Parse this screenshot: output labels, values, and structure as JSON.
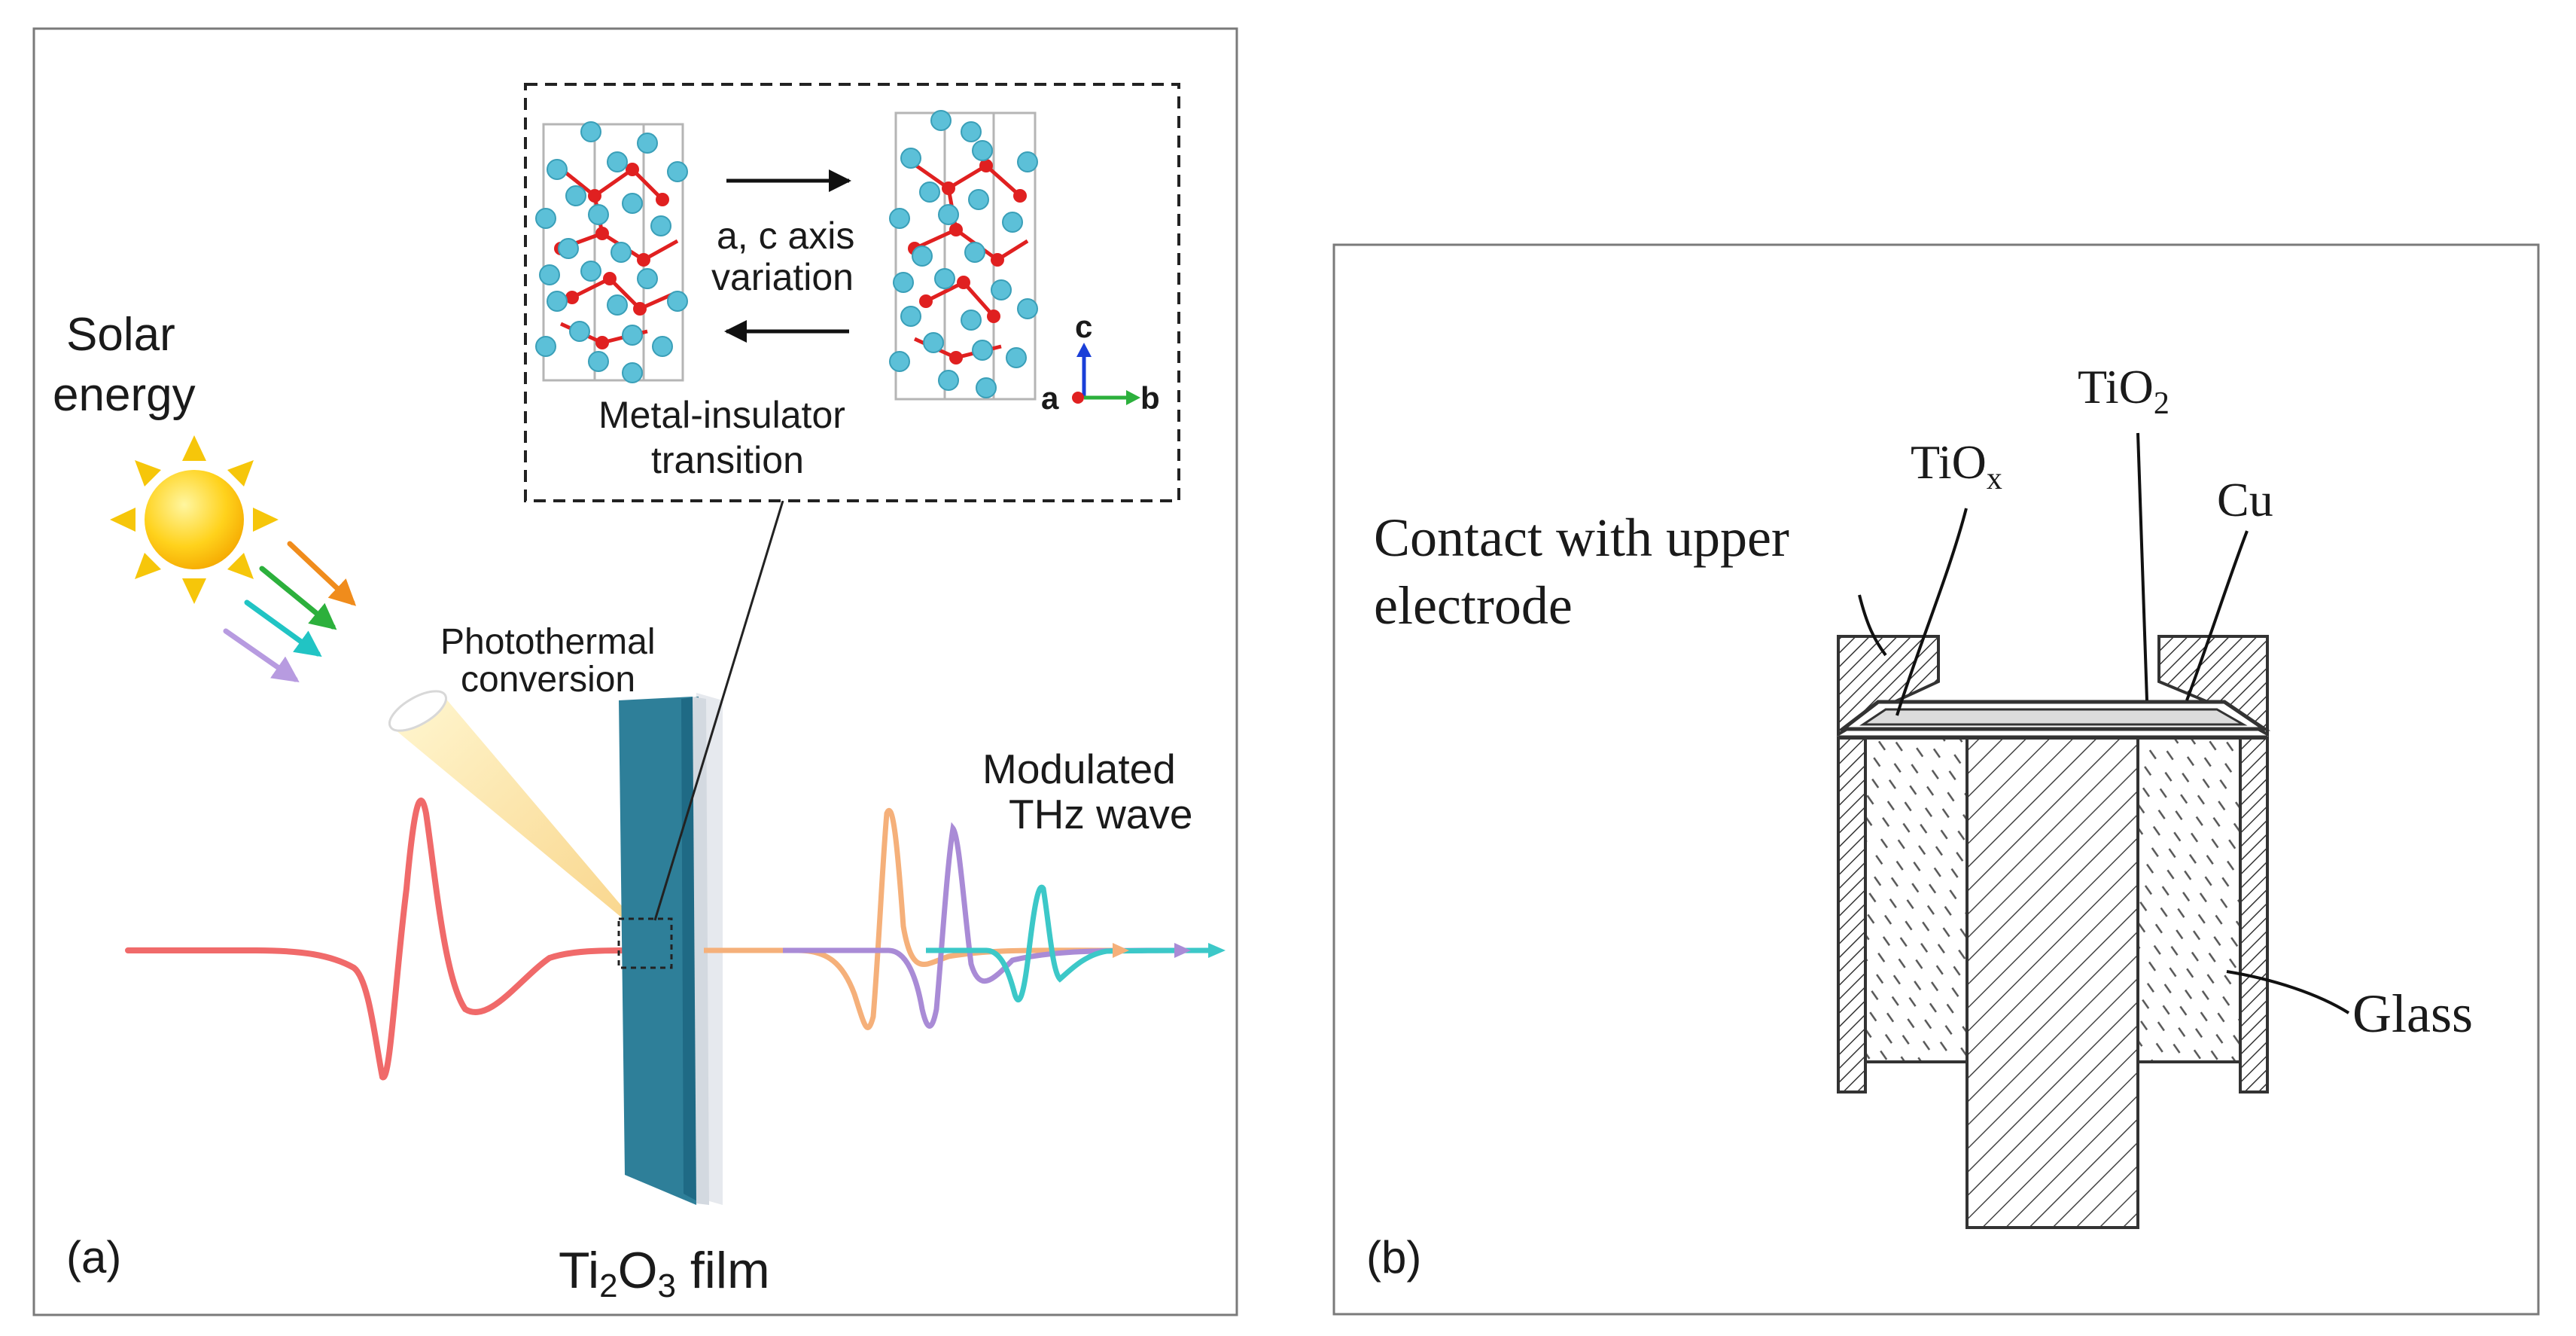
{
  "panel_a": {
    "tag": "(a)",
    "solar_line1": "Solar",
    "solar_line2": "energy",
    "photothermal_line1": "Photothermal",
    "photothermal_line2": "conversion",
    "axis_var_line1": "a, c axis",
    "axis_var_line2": "variation",
    "mit_line1": "Metal-insulator",
    "mit_line2": "transition",
    "axis_a": "a",
    "axis_b": "b",
    "axis_c": "c",
    "modulated_line1": "Modulated",
    "modulated_line2": "THz wave",
    "film_main": "Ti",
    "film_sub1": "2",
    "film_mid": "O",
    "film_sub2": "3",
    "film_rest": " film"
  },
  "panel_b": {
    "tag": "(b)",
    "tio2_main": "TiO",
    "tio2_sub": "2",
    "tiox_main": "TiO",
    "tiox_sub": "x",
    "cu": "Cu",
    "contact_line1": "Contact with upper",
    "contact_line2": "electrode",
    "glass": "Glass"
  },
  "colors": {
    "red_wave": "#f06a6a",
    "orange_wave": "#f5b07a",
    "purple_wave": "#a98bd6",
    "teal_wave": "#3cc8c8",
    "film_blue": "#2e7f99",
    "ti_atom": "#5cc0d8",
    "o_atom": "#e02020"
  }
}
